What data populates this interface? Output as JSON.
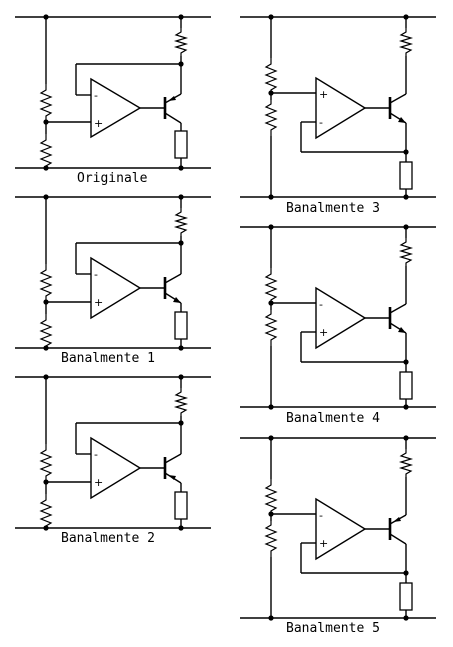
{
  "circuits": [
    {
      "id": "originale",
      "label": "Originale",
      "pin_top": "-",
      "pin_bottom": "+",
      "transistor": "pnp",
      "feedback": "top-resistor",
      "divider": "lower-half"
    },
    {
      "id": "banalmente-1",
      "label": "Banalmente 1",
      "pin_top": "-",
      "pin_bottom": "+",
      "transistor": "npn",
      "feedback": "top-resistor",
      "divider": "lower-half"
    },
    {
      "id": "banalmente-2",
      "label": "Banalmente 2",
      "pin_top": "-",
      "pin_bottom": "+",
      "transistor": "pnp",
      "feedback": "top-resistor",
      "divider": "lower-half"
    },
    {
      "id": "banalmente-3",
      "label": "Banalmente 3",
      "pin_top": "+",
      "pin_bottom": "-",
      "transistor": "npn",
      "feedback": "load",
      "divider": "upper-half"
    },
    {
      "id": "banalmente-4",
      "label": "Banalmente 4",
      "pin_top": "-",
      "pin_bottom": "+",
      "transistor": "npn",
      "feedback": "load",
      "divider": "upper-half"
    },
    {
      "id": "banalmente-5",
      "label": "Banalmente 5",
      "pin_top": "-",
      "pin_bottom": "+",
      "transistor": "pnp",
      "feedback": "load",
      "divider": "upper-half"
    }
  ],
  "colors": {
    "line": "#000000",
    "background": "#ffffff"
  }
}
